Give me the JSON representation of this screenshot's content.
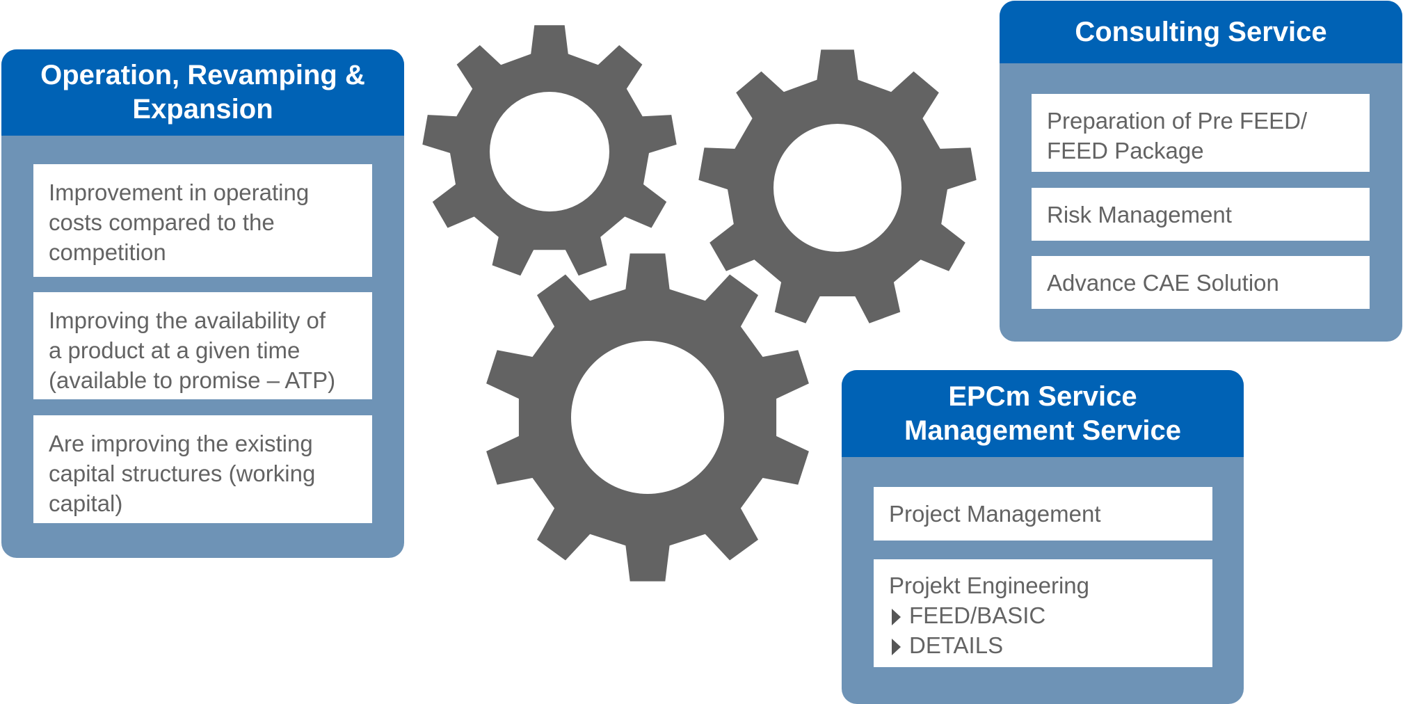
{
  "colors": {
    "header_blue": "#0062b5",
    "panel_blue_gray": "#6e93b6",
    "gear_gray": "#636363",
    "item_text": "#636363",
    "background": "#ffffff"
  },
  "gears": [
    {
      "name": "gear-icon-top-left"
    },
    {
      "name": "gear-icon-top-right"
    },
    {
      "name": "gear-icon-bottom"
    }
  ],
  "operation_panel": {
    "title_lines": [
      "Operation, Revamping &",
      "Expansion"
    ],
    "items": [
      {
        "lines": [
          "Improvement in operating",
          "costs compared to the",
          "competition"
        ]
      },
      {
        "lines": [
          "Improving the availability of",
          "a product at a given time",
          "(available to promise – ATP)"
        ]
      },
      {
        "lines": [
          "Are improving the existing",
          "capital structures (working",
          "capital)"
        ]
      }
    ]
  },
  "consulting_panel": {
    "title_lines": [
      "Consulting Service"
    ],
    "items": [
      {
        "lines": [
          "Preparation of Pre FEED/",
          "FEED Package"
        ]
      },
      {
        "lines": [
          "Risk Management"
        ]
      },
      {
        "lines": [
          "Advance CAE Solution"
        ]
      }
    ]
  },
  "epcm_panel": {
    "title_lines": [
      "EPCm Service",
      "Management Service"
    ],
    "items": [
      {
        "lines": [
          "Project Management"
        ]
      },
      {
        "lines": [
          "Projekt Engineering"
        ],
        "sub_items": [
          "FEED/BASIC",
          "DETAILS"
        ],
        "sub_icon": "triangle-right-icon"
      }
    ]
  }
}
